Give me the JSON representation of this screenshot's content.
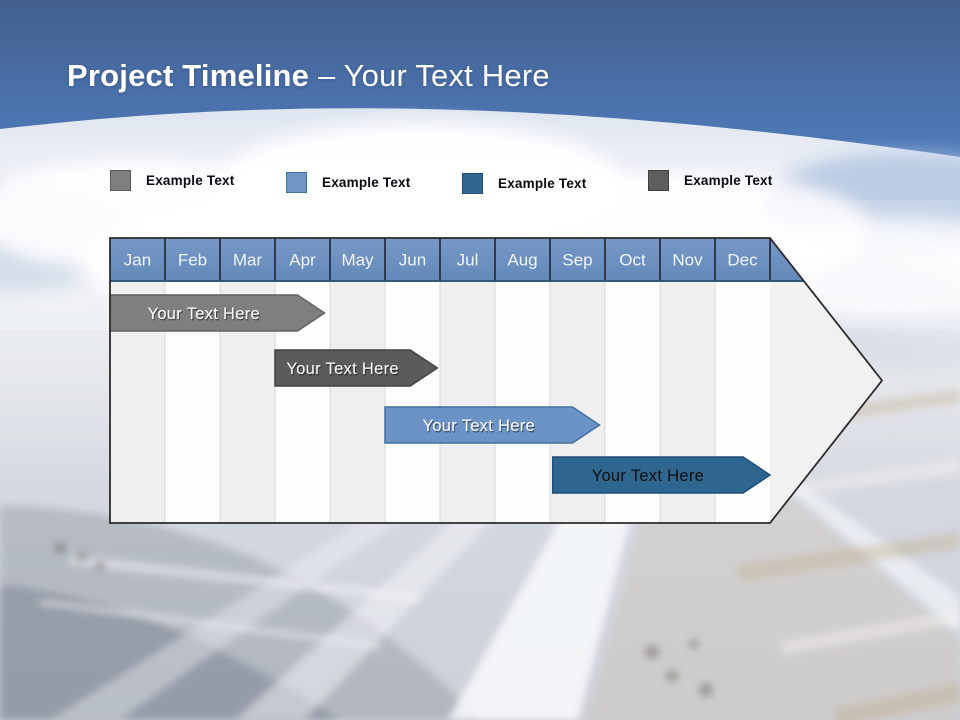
{
  "slide": {
    "title": {
      "bold": "Project Timeline",
      "regular": "– Your Text Here"
    }
  },
  "legend": {
    "items": [
      {
        "label": "Example Text",
        "color": "#7F7F7F",
        "border": "#5A5A5A"
      },
      {
        "label": "Example Text",
        "color": "#6F96C6",
        "border": "#41719C"
      },
      {
        "label": "Example Text",
        "color": "#31678F",
        "border": "#1F4E79"
      },
      {
        "label": "Example Text",
        "color": "#5E5E5E",
        "border": "#3F3F3F"
      }
    ]
  },
  "chart_data": {
    "type": "bar",
    "subtype": "gantt-project-timeline",
    "title": "Project Timeline – Your Text Here",
    "categories": [
      "Jan",
      "Feb",
      "Mar",
      "Apr",
      "May",
      "Jun",
      "Jul",
      "Aug",
      "Sep",
      "Oct",
      "Nov",
      "Dec"
    ],
    "header": {
      "fill_top": "#7798C6",
      "fill_bottom": "#6389BA",
      "text_color": "#F0F5FB",
      "separator_color": "#2F3B4D",
      "underline_color": "#33567C"
    },
    "column_alt_colors": [
      "#EFEFEF",
      "#FDFDFD"
    ],
    "column_line_color": "#D9D9D9",
    "arrow_body_color": "#F1F1F1",
    "outline_color": "#2B2B2B",
    "bars": [
      {
        "label": "Your Text Here",
        "start_month_index": 0.0,
        "end_month_index": 3.9,
        "fill": "#7F7F7F",
        "stroke": "#616161",
        "text_color": "#FFFFFF",
        "row": 1
      },
      {
        "label": "Your Text Here",
        "start_month_index": 3.0,
        "end_month_index": 5.95,
        "fill": "#5B5B5B",
        "stroke": "#414141",
        "text_color": "#FFFFFF",
        "row": 2
      },
      {
        "label": "Your Text Here",
        "start_month_index": 5.0,
        "end_month_index": 8.9,
        "fill": "#6C93C6",
        "stroke": "#41719C",
        "text_color": "#FFFFFF",
        "row": 3
      },
      {
        "label": "Your Text Here",
        "start_month_index": 8.05,
        "end_month_index": 12.0,
        "fill": "#2F668F",
        "stroke": "#1F4E79",
        "text_color": "#101010",
        "row": 4
      }
    ]
  }
}
